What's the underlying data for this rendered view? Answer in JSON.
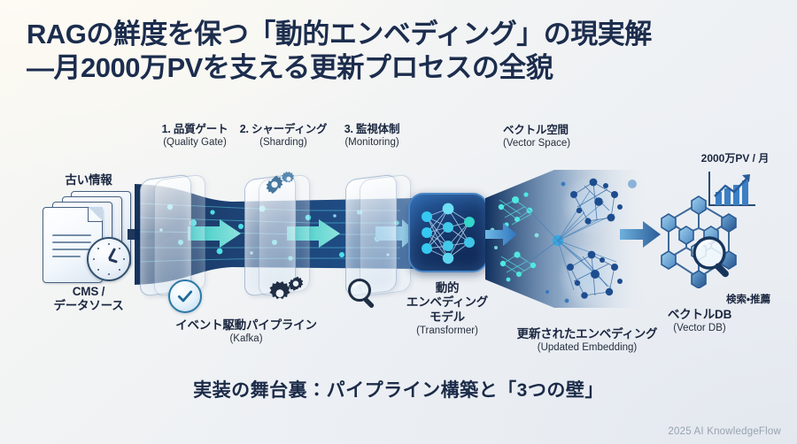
{
  "title": {
    "line1": "RAGの鮮度を保つ「動的エンベディング」の現実解",
    "line2": "—月2000万PVを支える更新プロセスの全貌"
  },
  "caption": "実装の舞台裏：パイプライン構築と「3つの壁」",
  "footer": "2025 AI KnowledgeFlow",
  "steps": [
    {
      "ja": "1. 品質ゲート",
      "en": "(Quality Gate)"
    },
    {
      "ja": "2. シャーディング",
      "en": "(Sharding)"
    },
    {
      "ja": "3. 監視体制",
      "en": "(Monitoring)"
    }
  ],
  "source": {
    "stale_label": "古い情報",
    "name_ja": "CMS /",
    "name_ja2": "データソース"
  },
  "pipeline": {
    "name_ja": "イベント駆動パイプライン",
    "name_en": "(Kafka)",
    "icons": [
      "check-badge-icon",
      "gears-icon",
      "magnifier-icon"
    ]
  },
  "model": {
    "line1": "動的",
    "line2": "エンベディング",
    "line3": "モデル",
    "en": "(Transformer)",
    "icon": "neural-network-icon"
  },
  "vector_space": {
    "ja": "ベクトル空間",
    "en": "(Vector Space)"
  },
  "updated_embedding": {
    "ja": "更新されたエンベディング",
    "en": "(Updated Embedding)"
  },
  "vector_db": {
    "ja": "ベクトルDB",
    "en": "(Vector DB)",
    "search_label": "検索・推薦",
    "metric": "2000万PV / 月"
  },
  "colors": {
    "title_navy": "#1c2d4d",
    "accent_cyan": "#2ed3d0",
    "accent_blue": "#2f6fb5",
    "deep_navy": "#123058",
    "arrow_navy": "#1f3a60",
    "footer_gray": "#98a2ae"
  },
  "chart_icon": {
    "type": "bar",
    "bars": [
      40,
      55,
      70,
      85,
      100
    ],
    "trend": "up"
  }
}
